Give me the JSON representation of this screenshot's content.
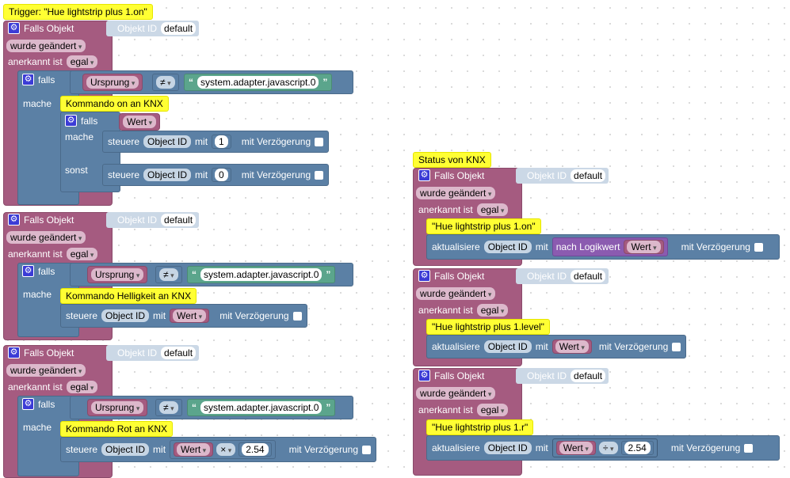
{
  "left": {
    "block1": {
      "comment": "Trigger: \"Hue lightstrip plus 1.on\"",
      "falls_objekt": "Falls Objekt",
      "objekt_id": "Objekt ID",
      "default": "default",
      "wurde": "wurde geändert",
      "anerkannt": "anerkannt ist",
      "egal": "egal",
      "falls": "falls",
      "ursprung": "Ursprung",
      "op": "≠",
      "quote_open": "“",
      "quote_close": "”",
      "adapter": "system.adapter.javascript.0",
      "mache": "mache",
      "comment2": "Kommando on an KNX",
      "falls_inner": "falls",
      "wert": "Wert",
      "mache_inner": "mache",
      "steuere": "steuere",
      "object_id": "Object ID",
      "mit": "mit",
      "val1": "1",
      "mit_verz": "mit Verzögerung",
      "sonst": "sonst",
      "val0": "0"
    },
    "block2": {
      "falls_objekt": "Falls Objekt",
      "objekt_id": "Objekt ID",
      "default": "default",
      "wurde": "wurde geändert",
      "anerkannt": "anerkannt ist",
      "egal": "egal",
      "falls": "falls",
      "ursprung": "Ursprung",
      "op": "≠",
      "quote_open": "“",
      "quote_close": "”",
      "adapter": "system.adapter.javascript.0",
      "mache": "mache",
      "comment": "Kommando Helligkeit an KNX",
      "steuere": "steuere",
      "object_id": "Object ID",
      "mit": "mit",
      "wert": "Wert",
      "mit_verz": "mit Verzögerung"
    },
    "block3": {
      "falls_objekt": "Falls Objekt",
      "objekt_id": "Objekt ID",
      "default": "default",
      "wurde": "wurde geändert",
      "anerkannt": "anerkannt ist",
      "egal": "egal",
      "falls": "falls",
      "ursprung": "Ursprung",
      "op": "≠",
      "quote_open": "“",
      "quote_close": "”",
      "adapter": "system.adapter.javascript.0",
      "mache": "mache",
      "comment": "Kommando Rot an KNX",
      "steuere": "steuere",
      "object_id": "Object ID",
      "mit": "mit",
      "wert": "Wert",
      "op_mul": "×",
      "factor": "2.54",
      "mit_verz": "mit Verzögerung"
    }
  },
  "right": {
    "comment": "Status von KNX",
    "block1": {
      "falls_objekt": "Falls Objekt",
      "objekt_id": "Objekt ID",
      "default": "default",
      "wurde": "wurde geändert",
      "anerkannt": "anerkannt ist",
      "egal": "egal",
      "comment": "\"Hue lightstrip plus 1.on\"",
      "aktualisiere": "aktualisiere",
      "object_id": "Object ID",
      "mit": "mit",
      "nach": "nach Logikwert",
      "wert": "Wert",
      "mit_verz": "mit Verzögerung"
    },
    "block2": {
      "falls_objekt": "Falls Objekt",
      "objekt_id": "Objekt ID",
      "default": "default",
      "wurde": "wurde geändert",
      "anerkannt": "anerkannt ist",
      "egal": "egal",
      "comment": "\"Hue lightstrip plus 1.level\"",
      "aktualisiere": "aktualisiere",
      "object_id": "Object ID",
      "mit": "mit",
      "wert": "Wert",
      "mit_verz": "mit Verzögerung"
    },
    "block3": {
      "falls_objekt": "Falls Objekt",
      "objekt_id": "Objekt ID",
      "default": "default",
      "wurde": "wurde geändert",
      "anerkannt": "anerkannt ist",
      "egal": "egal",
      "comment": "\"Hue lightstrip plus 1.r\"",
      "aktualisiere": "aktualisiere",
      "object_id": "Object ID",
      "mit": "mit",
      "wert": "Wert",
      "op_div": "÷",
      "factor": "2.54",
      "mit_verz": "mit Verzögerung"
    }
  },
  "colors": {
    "event_block": "#a55b80",
    "logic_block": "#5b80a5",
    "text_block": "#5ba58c",
    "convert_block": "#8b5bb0",
    "comment": "#ffff33",
    "gear": "#3b3bd6"
  },
  "icons": {
    "gear": "gear-icon",
    "checkbox": "checkbox"
  }
}
